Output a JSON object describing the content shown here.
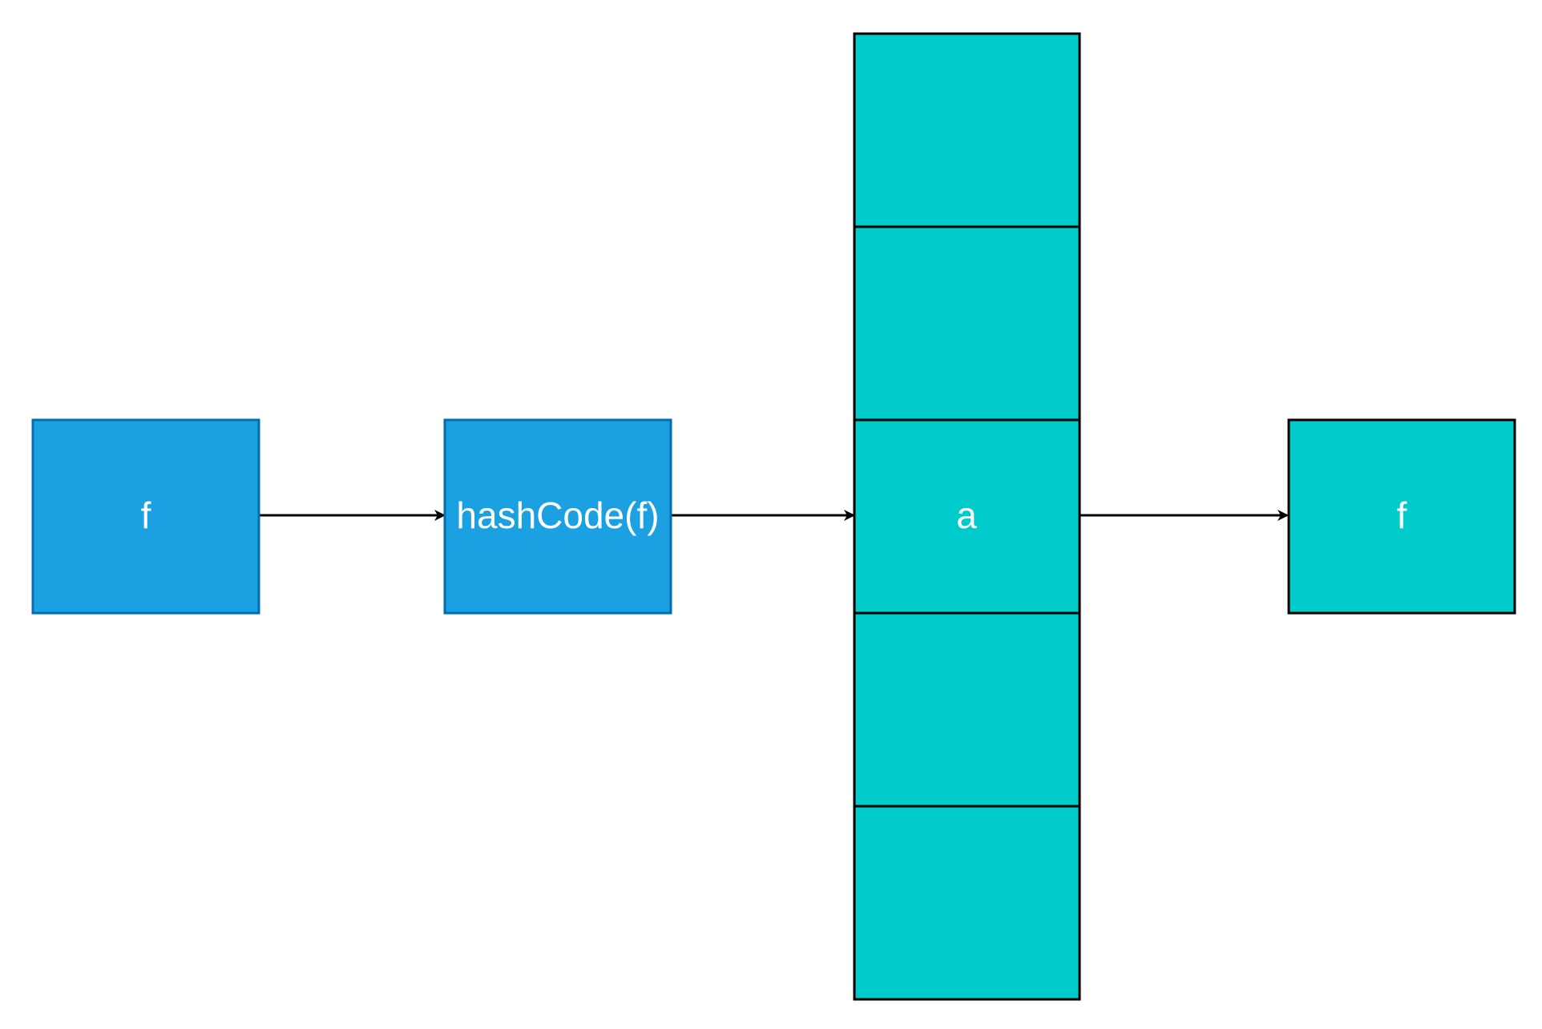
{
  "colors": {
    "input_fill": "#1ba1e2",
    "input_stroke": "#006eaf",
    "bucket_fill": "#00cbcb",
    "bucket_stroke": "#000000",
    "text": "#ffffff",
    "arrow": "#000000"
  },
  "nodes": {
    "key": {
      "label": "f"
    },
    "hash_function": {
      "label": "hashCode(f)"
    },
    "result": {
      "label": "f"
    }
  },
  "buckets": [
    {
      "label": ""
    },
    {
      "label": ""
    },
    {
      "label": "a"
    },
    {
      "label": ""
    },
    {
      "label": ""
    }
  ],
  "edges": [
    {
      "from": "key",
      "to": "hash_function"
    },
    {
      "from": "hash_function",
      "to": "bucket-2"
    },
    {
      "from": "bucket-2",
      "to": "result"
    }
  ]
}
